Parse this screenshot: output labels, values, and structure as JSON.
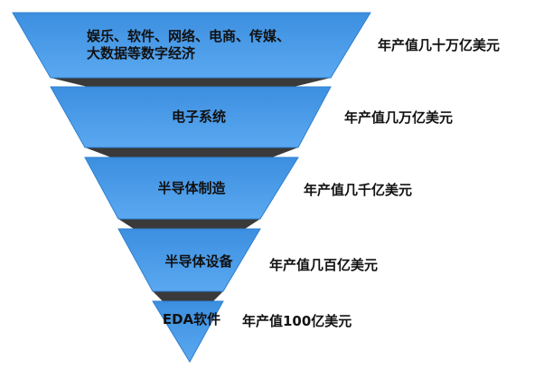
{
  "layers": [
    {
      "label_line1": "娱乐、软件、网络、电商、传媒、",
      "label_line2": "大数据等数字经济",
      "value": "年产值几十万亿美元"
    },
    {
      "label_line1": "电子系统",
      "value": "年产值几万亿美元"
    },
    {
      "label_line1": "半导体制造",
      "value": "年产值几千亿美元"
    },
    {
      "label_line1": "半导体设备",
      "value": "年产值几百亿美元"
    },
    {
      "label_line1": "EDA软件",
      "value": "年产值100亿美元"
    }
  ],
  "colors": {
    "face_top": "#3c8fe0",
    "face_bottom": "#5aa8f0",
    "face_edge": "#2f7fd0",
    "shadow": "#3a3a3a"
  }
}
